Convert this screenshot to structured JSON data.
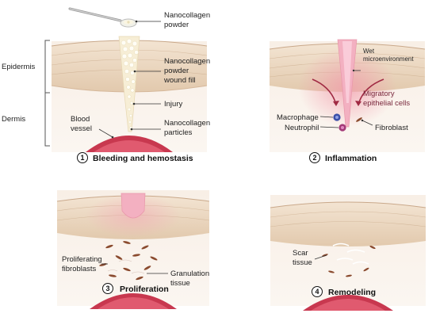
{
  "layers": {
    "epidermis": "Epidermis",
    "dermis": "Dermis"
  },
  "panels": [
    {
      "number": "1",
      "caption": "Bleeding and hemostasis",
      "labels": {
        "powder": [
          "Nanocollagen",
          "powder"
        ],
        "wound_fill": [
          "Nanocollagen",
          "powder",
          "wound fill"
        ],
        "injury": "Injury",
        "particles": [
          "Nanocollagen",
          "particles"
        ],
        "blood_vessel": [
          "Blood",
          "vessel"
        ]
      }
    },
    {
      "number": "2",
      "caption": "Inflammation",
      "labels": {
        "wet": [
          "Wet",
          "microenvironment"
        ],
        "migratory": [
          "Migratory",
          "epithelial cells"
        ],
        "macrophage": "Macrophage",
        "neutrophil": "Neutrophil",
        "fibroblast": "Fibroblast"
      }
    },
    {
      "number": "3",
      "caption": "Proliferation",
      "labels": {
        "proliferating": [
          "Proliferating",
          "fibroblasts"
        ],
        "granulation": [
          "Granulation",
          "tissue"
        ]
      }
    },
    {
      "number": "4",
      "caption": "Remodeling",
      "labels": {
        "scar": [
          "Scar",
          "tissue"
        ]
      }
    }
  ],
  "colors": {
    "epidermis": "#e8d3bd",
    "dermis": "#f6ece2",
    "wound": "#f4b7c6",
    "vessel": "#c8384f",
    "powder": "#fbf7ea",
    "macrophage": "#3b4fa8",
    "neutrophil": "#a33a78",
    "fibroblast": "#8a4a2e"
  }
}
